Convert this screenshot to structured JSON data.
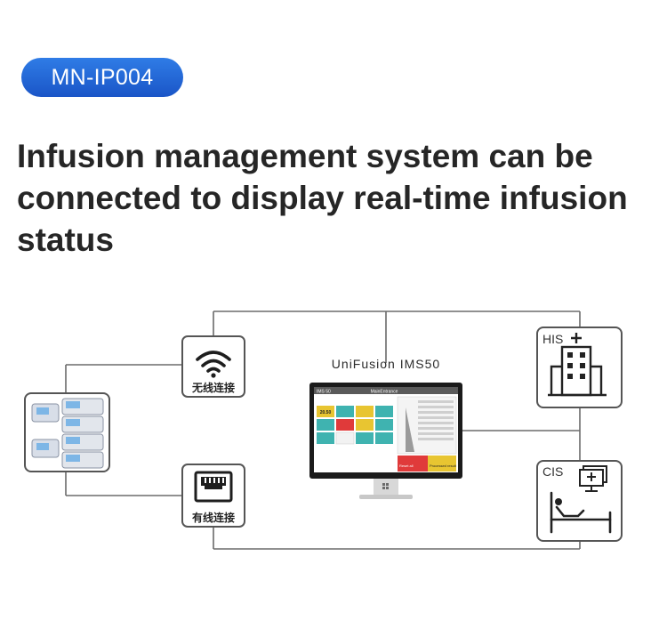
{
  "badge": {
    "text": "MN-IP004"
  },
  "headline": {
    "text": "Infusion management system can be connected to display real-time infusion status"
  },
  "diagram": {
    "wireless_label": "无线连接",
    "wired_label": "有线连接",
    "monitor_title": "UniFusion IMS50",
    "his_label": "HIS",
    "cis_label": "CIS",
    "screen": {
      "app_name": "IMS 50",
      "center_title": "MainEntrance",
      "reading": "20.50",
      "bottom_left": "Reset all",
      "bottom_right": "Processed result"
    },
    "colors": {
      "badge": "#1f62d4",
      "line": "#6b6b6b",
      "screen_accent": "#e8c531"
    }
  }
}
